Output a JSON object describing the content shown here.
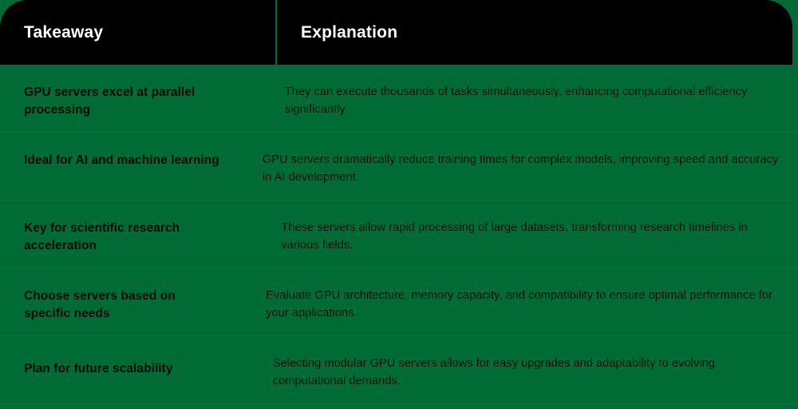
{
  "theme": {
    "background_color": "#006b35",
    "header_background_color": "#000000",
    "header_text_color": "#ffffff",
    "body_text_color": "#050a06",
    "divider_color": "#046b35"
  },
  "table": {
    "columns": [
      {
        "key": "takeaway",
        "label": "Takeaway"
      },
      {
        "key": "explanation",
        "label": "Explanation"
      }
    ],
    "rows": [
      {
        "takeaway": "GPU servers excel at parallel processing",
        "explanation": "They can execute thousands of tasks simultaneously, enhancing computational efficiency significantly."
      },
      {
        "takeaway": "Ideal for AI and machine learning",
        "explanation": "GPU servers dramatically reduce training times for complex models, improving speed and accuracy in AI development."
      },
      {
        "takeaway": "Key for scientific research acceleration",
        "explanation": "These servers allow rapid processing of large datasets, transforming research timelines in various fields."
      },
      {
        "takeaway": "Choose servers based on specific needs",
        "explanation": "Evaluate GPU architecture, memory capacity, and compatibility to ensure optimal performance for your applications."
      },
      {
        "takeaway": "Plan for future scalability",
        "explanation": "Selecting modular GPU servers allows for easy upgrades and adaptability to evolving computational demands."
      }
    ]
  }
}
